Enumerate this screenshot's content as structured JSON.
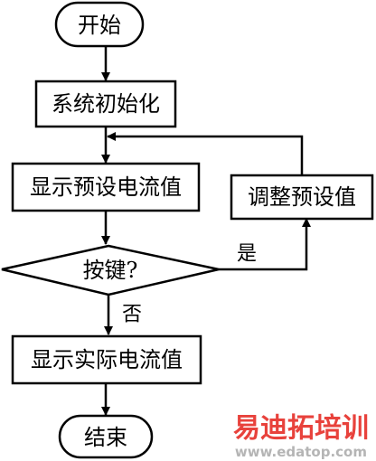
{
  "nodes": {
    "start": "开始",
    "init": "系统初始化",
    "show_preset": "显示预设电流值",
    "key_decision": "按键?",
    "adjust_preset": "调整预设值",
    "show_actual": "显示实际电流值",
    "end": "结束"
  },
  "edge_labels": {
    "yes": "是",
    "no": "否"
  },
  "watermark": {
    "brand": "易迪拓培训",
    "url": "www.edatop.com",
    "brand_color": "#e8423c",
    "url_color": "#b5b5b5"
  }
}
